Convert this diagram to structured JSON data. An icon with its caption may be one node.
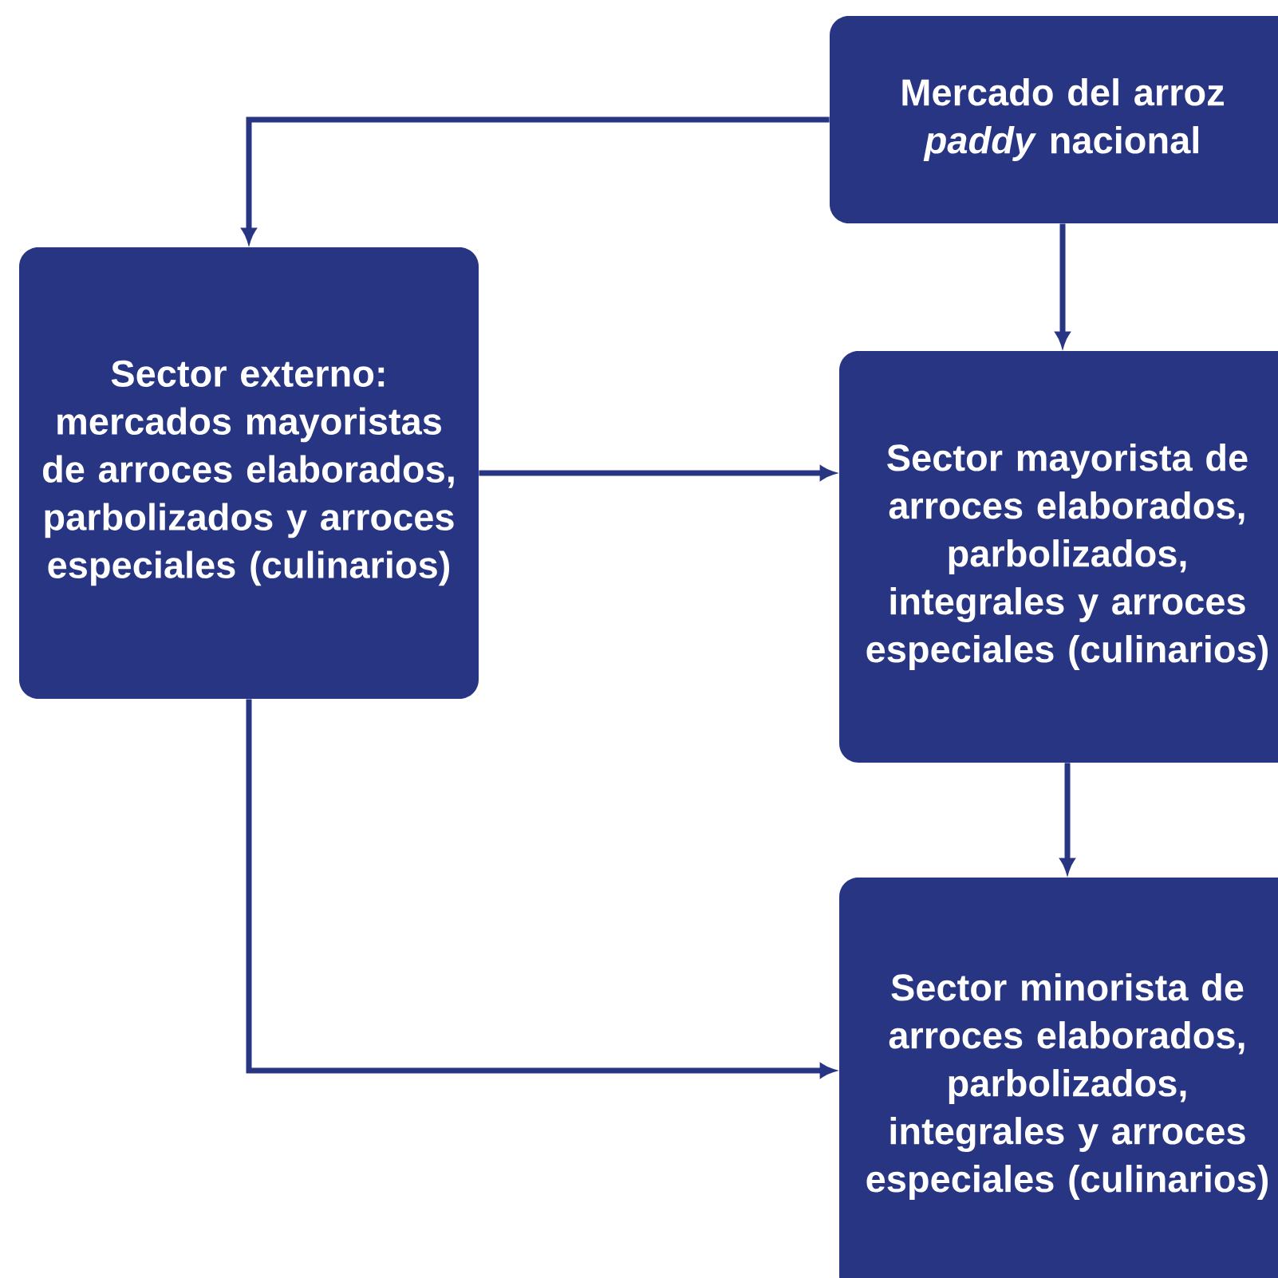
{
  "diagram": {
    "nodes": [
      {
        "text": [
          "Mercado del arroz *paddy* nacional"
        ]
      },
      {
        "text": [
          "Sector externo: mercados mayoristas de arroces elaborados, parbolizados y arroces especiales (culinarios)"
        ]
      },
      {
        "text": [
          "Sector mayorista de arroces elaborados, parbolizados, integrales y arroces especiales (culinarios)"
        ]
      },
      {
        "text": [
          "Sector minorista de arroces elaborados, parbolizados, integrales y arroces especiales (culinarios)"
        ]
      }
    ],
    "edges": [
      {
        "from": 0,
        "to": 1,
        "arrow": "to"
      },
      {
        "from": 0,
        "to": 2,
        "arrow": "to"
      },
      {
        "from": 1,
        "to": 2,
        "arrow": "to"
      },
      {
        "from": 2,
        "to": 3,
        "arrow": "to"
      },
      {
        "from": 1,
        "to": 3,
        "arrow": "to"
      }
    ]
  }
}
